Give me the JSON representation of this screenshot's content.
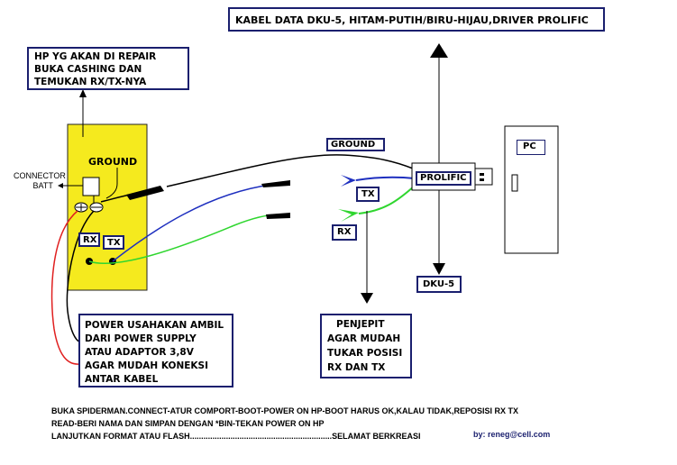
{
  "boxes": {
    "kabel_data": "KABEL DATA DKU-5, HITAM-PUTIH/BIRU-HIJAU,DRIVER PROLIFIC",
    "hp_repair": [
      "HP YG AKAN DI REPAIR",
      "BUKA CASHING DAN",
      "TEMUKAN RX/TX-NYA"
    ],
    "ground_phone": "GROUND",
    "ground_cable": "GROUND",
    "rx_phone": "RX",
    "tx_phone": "TX",
    "tx_cable": "TX",
    "rx_cable": "RX",
    "prolific": "PROLIFIC",
    "pc": "PC",
    "dku5": "DKU-5",
    "power": [
      "POWER USAHAKAN AMBIL",
      "DARI POWER SUPPLY",
      "ATAU ADAPTOR 3,8V",
      "AGAR MUDAH KONEKSI",
      "ANTAR KABEL"
    ],
    "penjepit": [
      "PENJEPIT",
      "AGAR MUDAH",
      "TUKAR POSISI",
      "RX DAN TX"
    ]
  },
  "connector_label": [
    "CONNECTOR",
    "BATT"
  ],
  "instructions": [
    "BUKA SPIDERMAN.CONNECT-ATUR COMPORT-BOOT-POWER ON HP-BOOT HARUS OK,KALAU TIDAK,REPOSISI RX TX",
    "READ-BERI NAMA DAN SIMPAN DENGAN *BIN-TEKAN POWER ON HP",
    "LANJUTKAN FORMAT  ATAU FLASH...............................................................SELAMAT BERKREASI"
  ],
  "credit": "by: reneg@cell.com",
  "colors": {
    "phone_yellow": "#f5ea1e",
    "box_border": "#1a1f6e",
    "wire_black": "#000000",
    "wire_blue": "#1e2fbf",
    "wire_green": "#2fd62f",
    "wire_red": "#e02020"
  }
}
